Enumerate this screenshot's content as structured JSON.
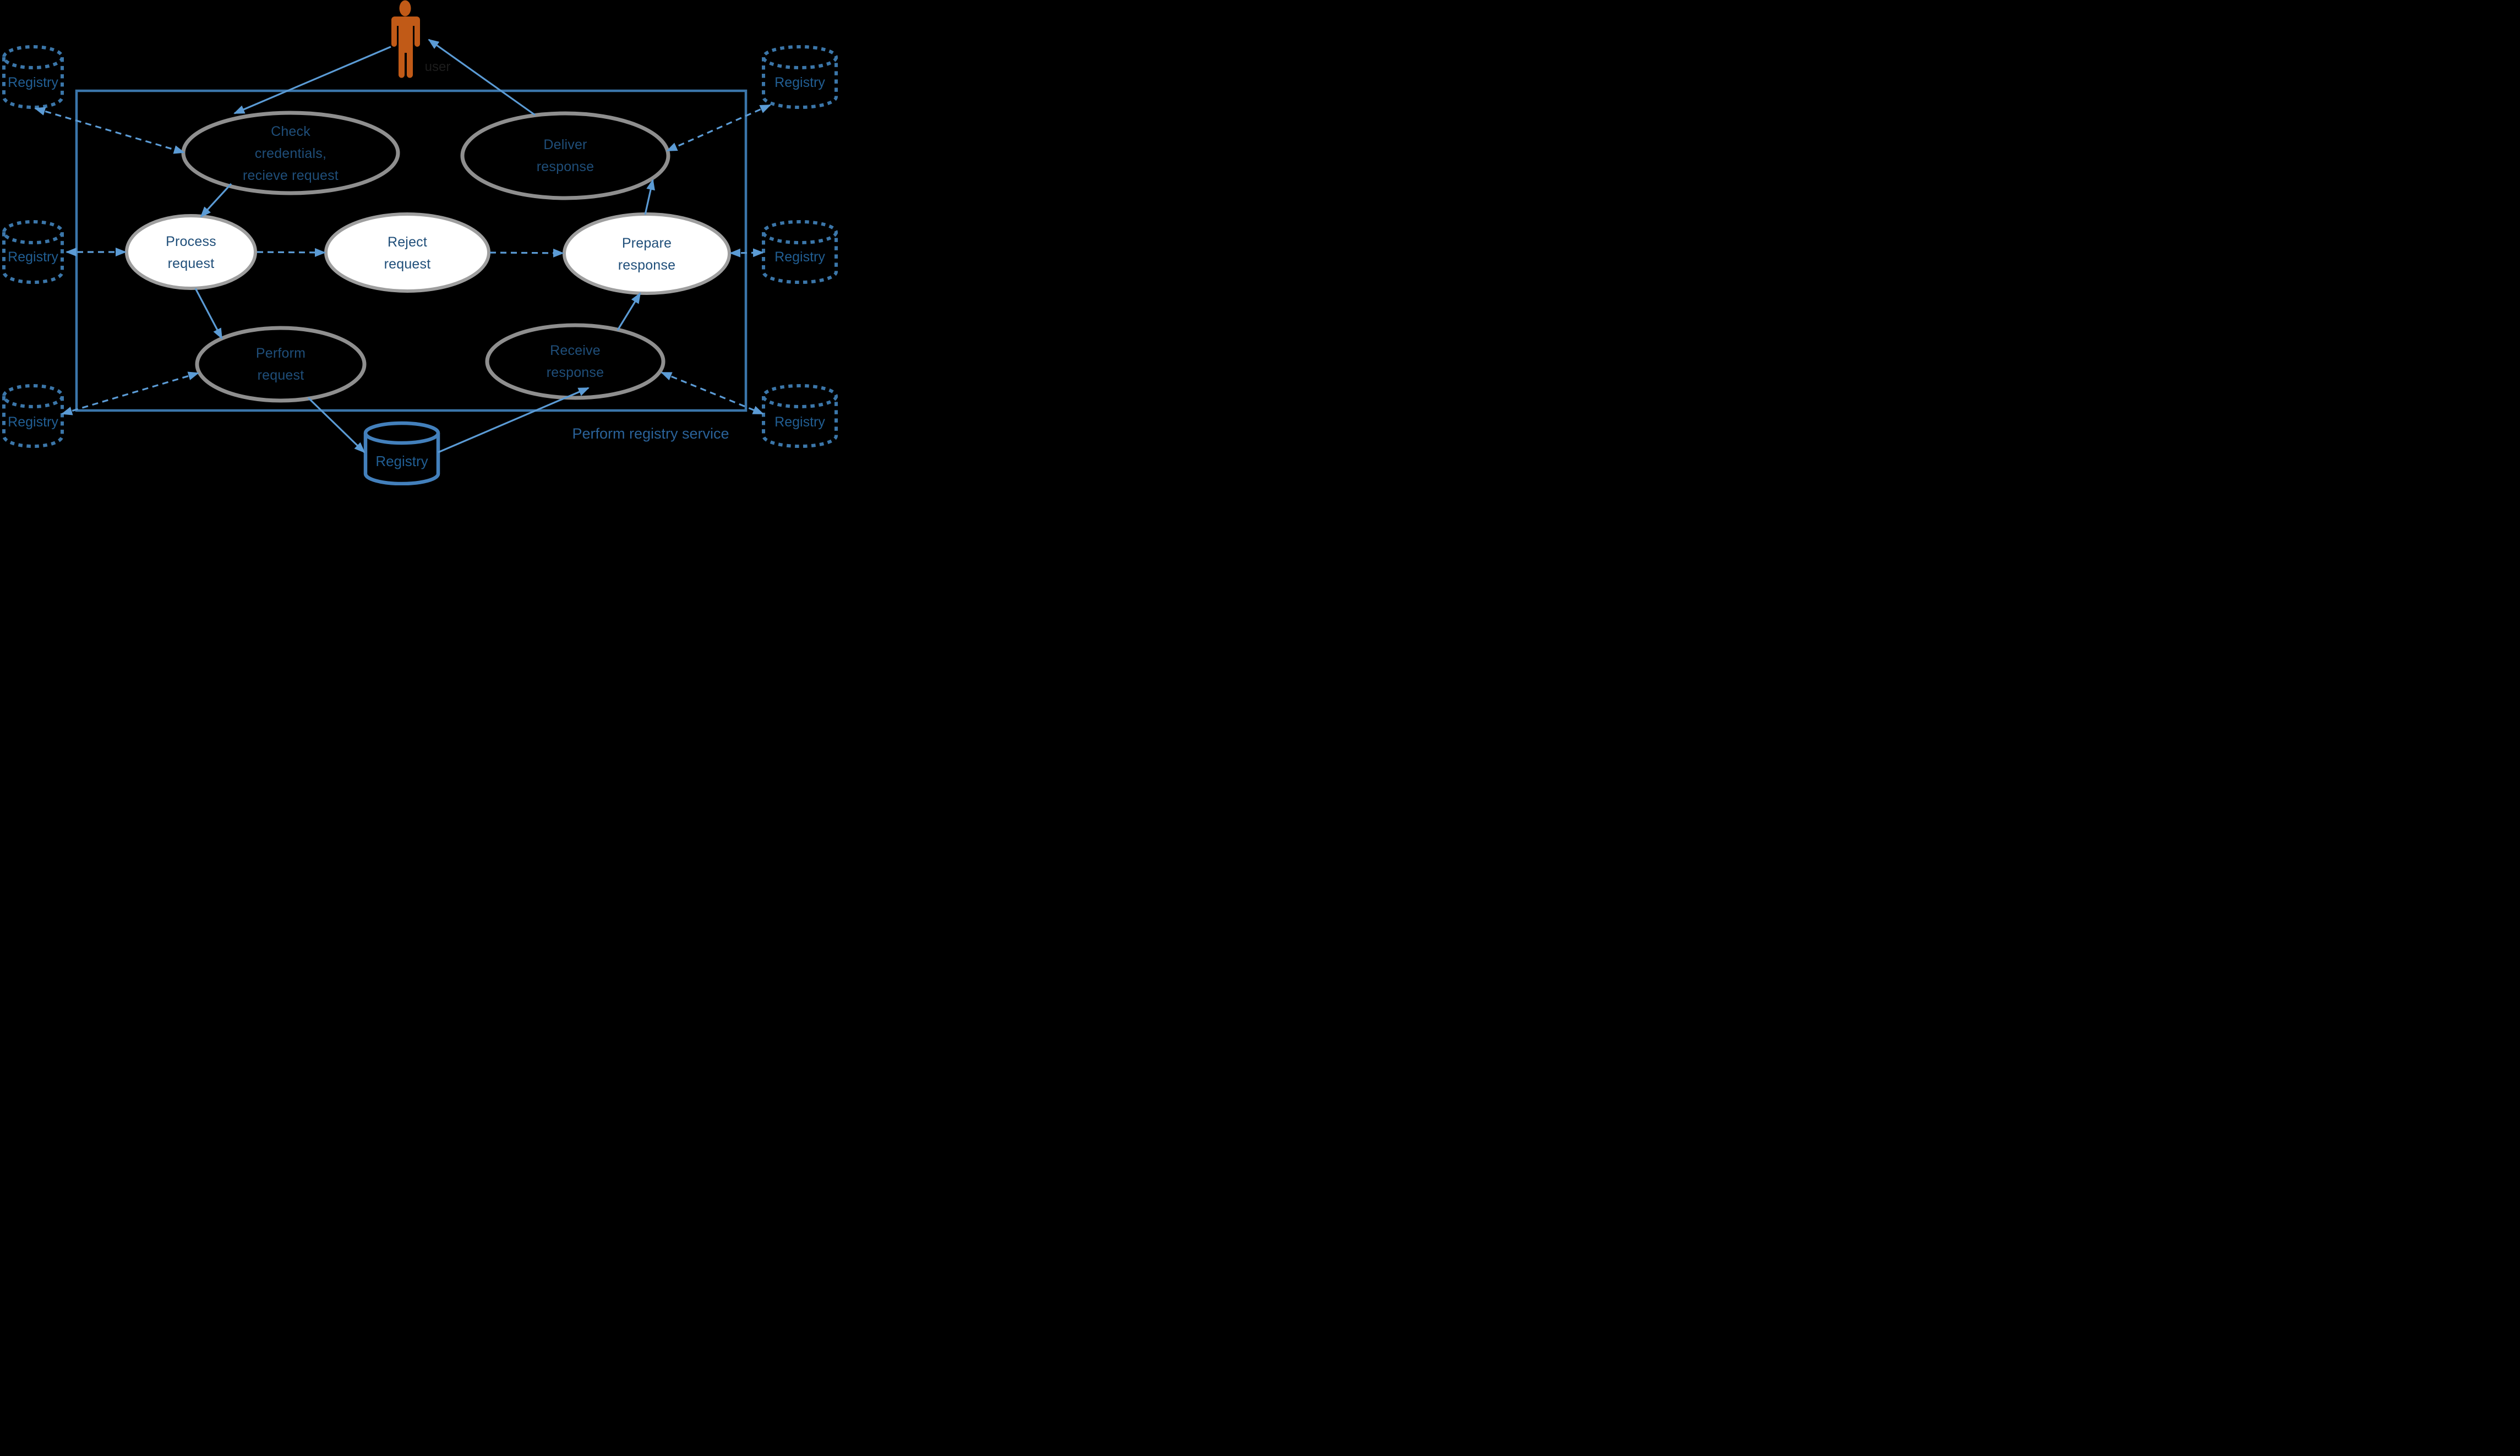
{
  "diagram": {
    "actor": {
      "label": "user"
    },
    "boundary": {
      "label": "Perform registry service"
    }
  },
  "ellipses": [
    {
      "id": "check-credentials",
      "label": "Check\ncredentials,\nrecieve request",
      "fill": "dark"
    },
    {
      "id": "deliver-response",
      "label": "Deliver\nresponse",
      "fill": "dark"
    },
    {
      "id": "process-request",
      "label": "Process\nrequest",
      "fill": "white"
    },
    {
      "id": "reject-request",
      "label": "Reject\nrequest",
      "fill": "white"
    },
    {
      "id": "prepare-response",
      "label": "Prepare\nresponse",
      "fill": "white"
    },
    {
      "id": "perform-request",
      "label": "Perform\nrequest",
      "fill": "dark"
    },
    {
      "id": "receive-response",
      "label": "Receive\nresponse",
      "fill": "dark"
    }
  ],
  "registries": [
    {
      "position": "top-left",
      "label": "Registry",
      "style": "dashed"
    },
    {
      "position": "middle-left",
      "label": "Registry",
      "style": "dashed"
    },
    {
      "position": "bottom-left",
      "label": "Registry",
      "style": "dashed"
    },
    {
      "position": "top-right",
      "label": "Registry",
      "style": "dashed"
    },
    {
      "position": "middle-right",
      "label": "Registry",
      "style": "dashed"
    },
    {
      "position": "bottom-right",
      "label": "Registry",
      "style": "dashed"
    },
    {
      "position": "bottom-center",
      "label": "Registry",
      "style": "solid"
    }
  ],
  "colors": {
    "background": "#000000",
    "connector_blue": "#5B9BD5",
    "registry_dash_blue": "#3B76A9",
    "boundary_box_blue": "#3B76AB",
    "solid_cylinder_blue": "#4380BC",
    "ellipse_border_dark_row": "#8F8F8F",
    "ellipse_border_white_row": "#9E9E9E",
    "ellipse_text": "#1F4E79",
    "registry_text": "#215E93",
    "boundary_label_text": "#2A6299",
    "actor_orange": "#C15A17",
    "actor_label_text": "#1D1D1D"
  }
}
